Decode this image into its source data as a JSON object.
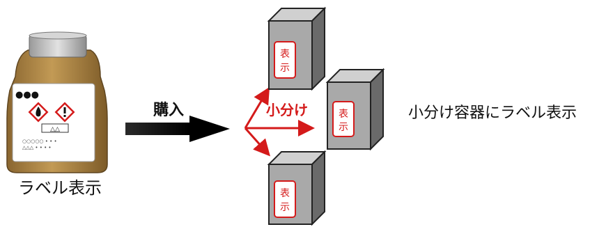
{
  "bottle": {
    "caption": "ラベル表示",
    "label_dots": "●●●",
    "label_small_text": "△△",
    "label_fine_print_1": "○○○○○ • • •",
    "label_fine_print_2": "△△△ • • • •",
    "icons": [
      "flame-pictogram-icon",
      "exclamation-pictogram-icon"
    ]
  },
  "arrow_purchase": {
    "label": "購入"
  },
  "split": {
    "label": "小分け"
  },
  "boxes": {
    "label_line_1": "表",
    "label_line_2": "示"
  },
  "result_caption": "小分け容器にラベル表示",
  "colors": {
    "accent_red": "#d41a1a",
    "box_gray": "#a9a9a9",
    "bottle_amber": "#b88d4a"
  }
}
